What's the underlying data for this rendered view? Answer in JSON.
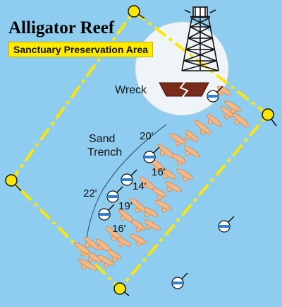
{
  "title": "Alligator Reef",
  "subtitle": "Sanctuary Preservation Area",
  "labels": {
    "wreck": "Wreck",
    "sand_trench_line1": "Sand",
    "sand_trench_line2": "Trench"
  },
  "depths": [
    "20'",
    "16'",
    "22'",
    "14'",
    "19'",
    "16'"
  ],
  "colors": {
    "water": "#8ecdf0",
    "reef": "#f4b887",
    "reef_outline": "#c98a5c",
    "boundary": "#ffea00",
    "wreck": "#7a2a18",
    "shallow_area": "#eef4f8",
    "subtitle_band": "#ffea00"
  },
  "icons": [
    "lighthouse-icon",
    "boundary-marker-buoy-icon",
    "mooring-buoy-icon",
    "wreck-icon"
  ]
}
